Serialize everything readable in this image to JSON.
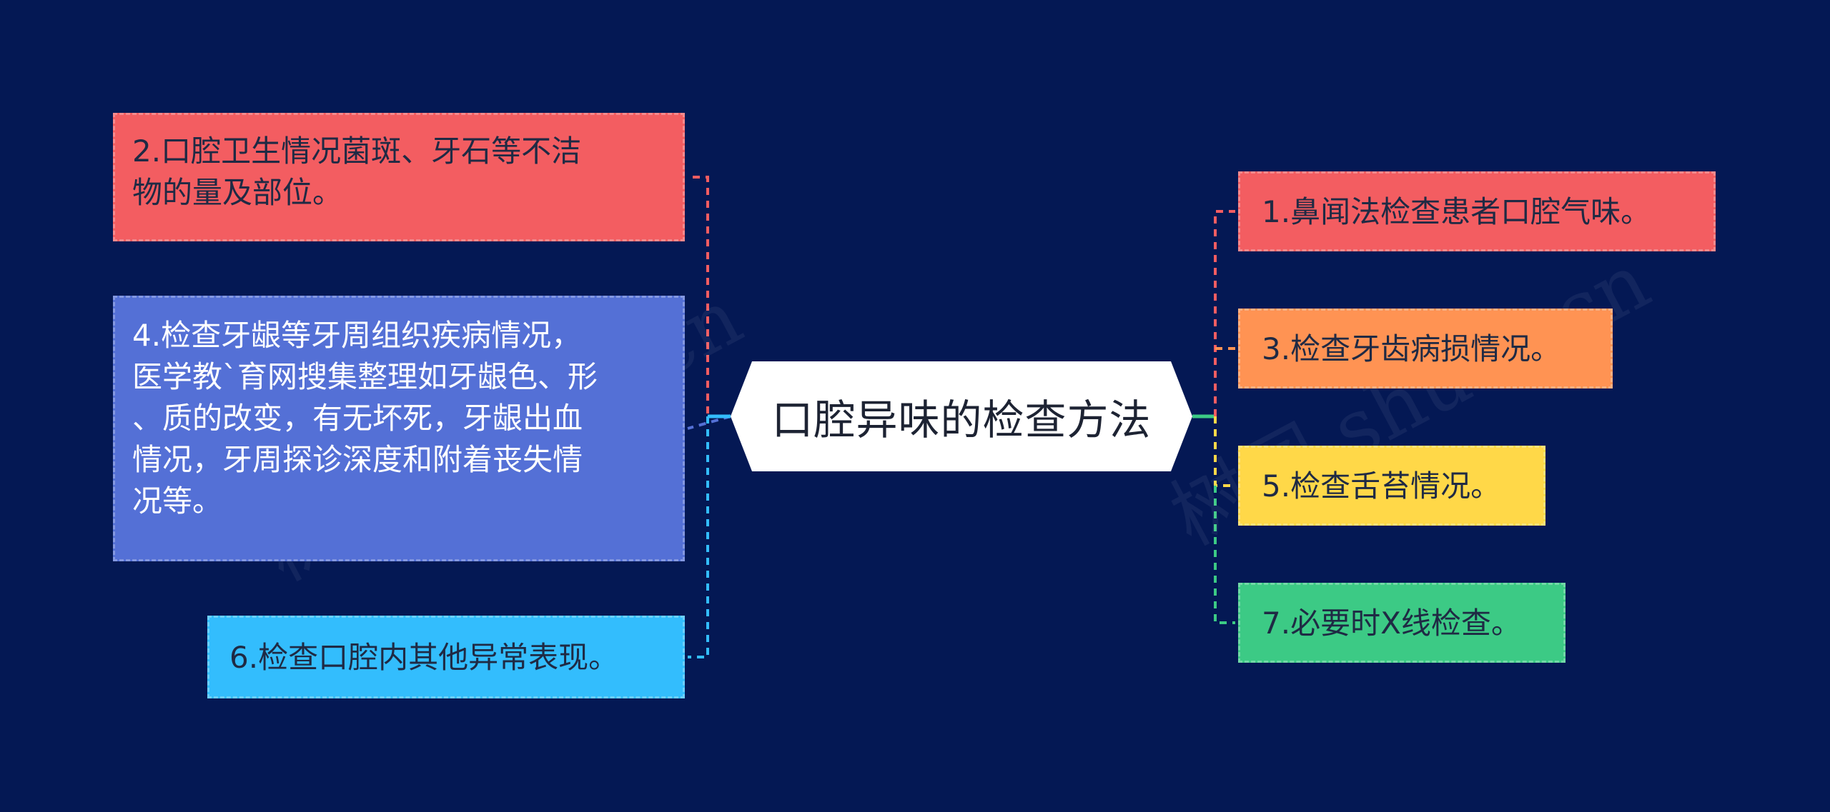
{
  "center": {
    "title": "口腔异味的检查方法"
  },
  "nodes": {
    "n1": {
      "text": "1.鼻闻法检查患者口腔气味。",
      "color": "#f35d61"
    },
    "n2": {
      "lines": [
        "2.口腔卫生情况菌斑、牙石等不洁",
        "物的量及部位。"
      ],
      "color": "#f35d61"
    },
    "n3": {
      "text": "3.检查牙齿病损情况。",
      "color": "#ff9353"
    },
    "n4": {
      "lines": [
        "4.检查牙龈等牙周组织疾病情况，",
        "医学教`育网搜集整理如牙龈色、形",
        "、质的改变，有无坏死，牙龈出血",
        "情况，牙周探诊深度和附着丧失情",
        "况等。"
      ],
      "color": "#5470d6"
    },
    "n5": {
      "text": "5.检查舌苔情况。",
      "color": "#ffd848"
    },
    "n6": {
      "text": "6.检查口腔内其他异常表现。",
      "color": "#33bdfd"
    },
    "n7": {
      "text": "7.必要时X线检查。",
      "color": "#3cca85"
    }
  },
  "watermark": {
    "text": "树图 shutu.cn"
  },
  "colors": {
    "background": "#041854",
    "center_fill": "#ffffff"
  }
}
